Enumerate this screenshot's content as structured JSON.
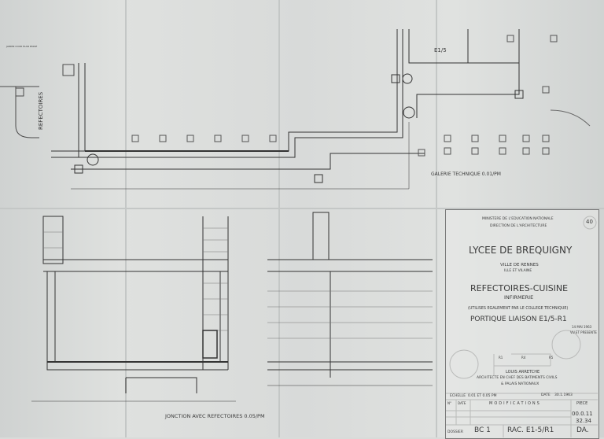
{
  "plan": {
    "top_note": "JARDIN COUR PLAN PASSE",
    "refectoires_label": "REFECTOIRES",
    "e15_label": "E1/5",
    "galerie_label": "GALERIE TECHNIQUE  0.01/PM",
    "jonction_label": "JONCTION AVEC REFECTOIRES  0.05/PM"
  },
  "title_block": {
    "sheet_number": "40",
    "ministry": "MINISTERE DE L'EDUCATION NATIONALE",
    "direction": "DIRECTION DE L'ARCHITECTURE",
    "school": "LYCEE DE BREQUIGNY",
    "city": "VILLE DE RENNES",
    "department": "ILLE ET VILAINE",
    "building": "REFECTOIRES-CUISINE",
    "building_sub": "INFIRMERIE",
    "usage_note": "(UTILISES EGALEMENT PAR LE COLLEGE TECHNIQUE)",
    "portion": "PORTIQUE LIAISON E1/5-R1",
    "stamp_date": "14 MAI 1963",
    "stamp_text": "VU ET PRESENTE",
    "key_labels": [
      "R1",
      "R4",
      "R5"
    ],
    "architect": "LOUIS ARRETCHE",
    "architect_title": "ARCHITECTE EN CHEF DES BATIMENTS CIVILS",
    "architect_title2": "& PALAIS NATIONAUX",
    "scale_label": "ECHELLE",
    "scale_value": "0.01 ET 0.05 PM",
    "date_label": "DATE",
    "date_value": "30.1.1963",
    "col_num": "N°",
    "col_date": "DATE",
    "col_modifications": "MODIFICATIONS",
    "col_piece": "PIECE",
    "piece_1": "00.0.11",
    "piece_2": "32.34",
    "dossier_label": "DOSSIER",
    "dossier_value": "BC 1",
    "reference": "RAC. E1-5/R1",
    "type": "DA."
  }
}
